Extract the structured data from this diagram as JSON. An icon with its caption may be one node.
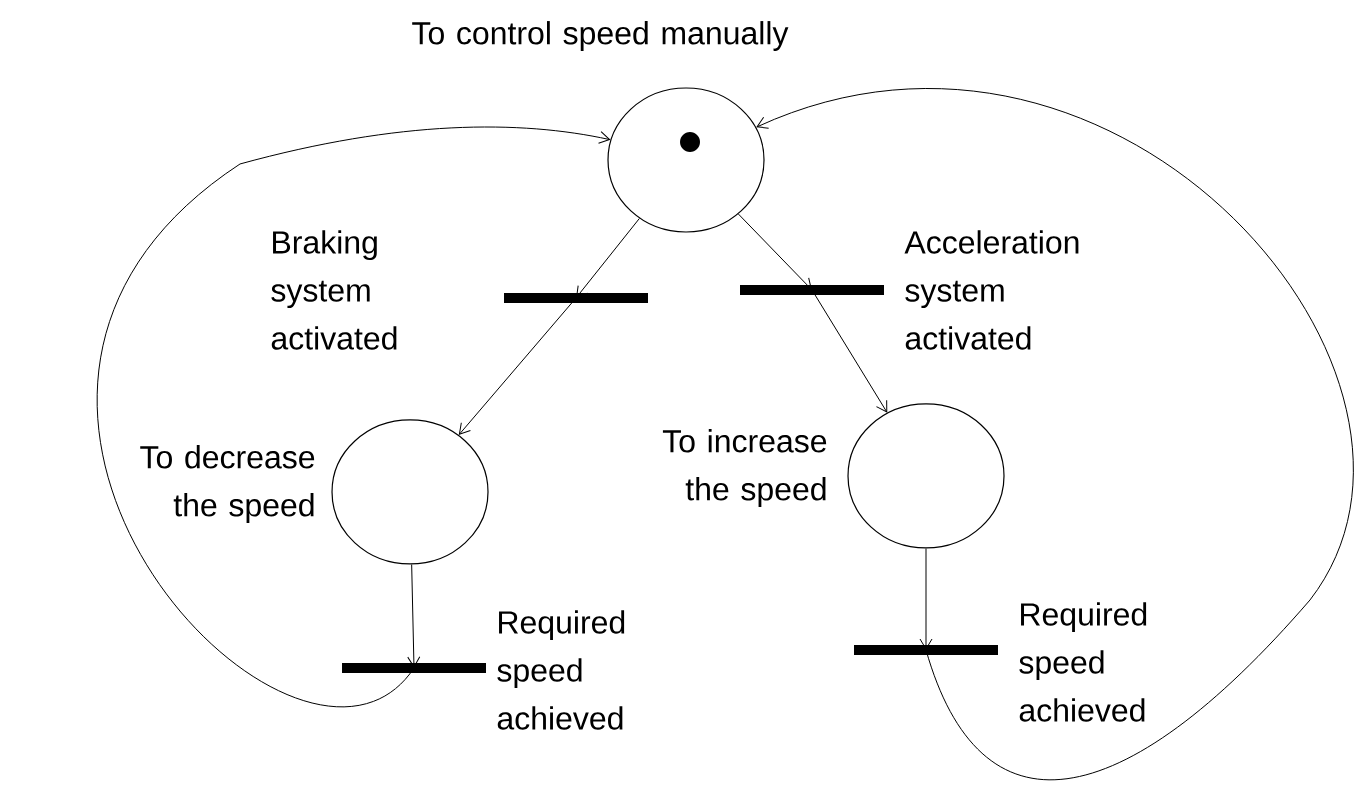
{
  "diagram": {
    "nodes": [
      {
        "text": [],
        "shape": "circle",
        "beside": [
          "To control speed manually"
        ]
      },
      {
        "text": [],
        "shape": "bar",
        "beside": [
          "Braking system activated"
        ]
      },
      {
        "text": [],
        "shape": "bar",
        "beside": [
          "Acceleration system activated"
        ]
      },
      {
        "text": [],
        "shape": "circle",
        "beside": [
          "To decrease the speed"
        ]
      },
      {
        "text": [],
        "shape": "circle",
        "beside": [
          "To increase the speed"
        ]
      },
      {
        "text": [],
        "shape": "bar",
        "beside": [
          "Required speed achieved"
        ]
      },
      {
        "text": [],
        "shape": "bar",
        "beside": [
          "Required speed achieved"
        ]
      }
    ],
    "edges": [
      {
        "from": 0,
        "to": 1,
        "arrow": "to"
      },
      {
        "from": 1,
        "to": 3,
        "arrow": "to"
      },
      {
        "from": 0,
        "to": 2,
        "arrow": "to"
      },
      {
        "from": 2,
        "to": 4,
        "arrow": "to"
      },
      {
        "from": 3,
        "to": 5,
        "arrow": "to"
      },
      {
        "from": 4,
        "to": 6,
        "arrow": "to"
      },
      {
        "from": 5,
        "to": 0,
        "arrow": "to"
      },
      {
        "from": 6,
        "to": 0,
        "arrow": "to"
      }
    ]
  }
}
